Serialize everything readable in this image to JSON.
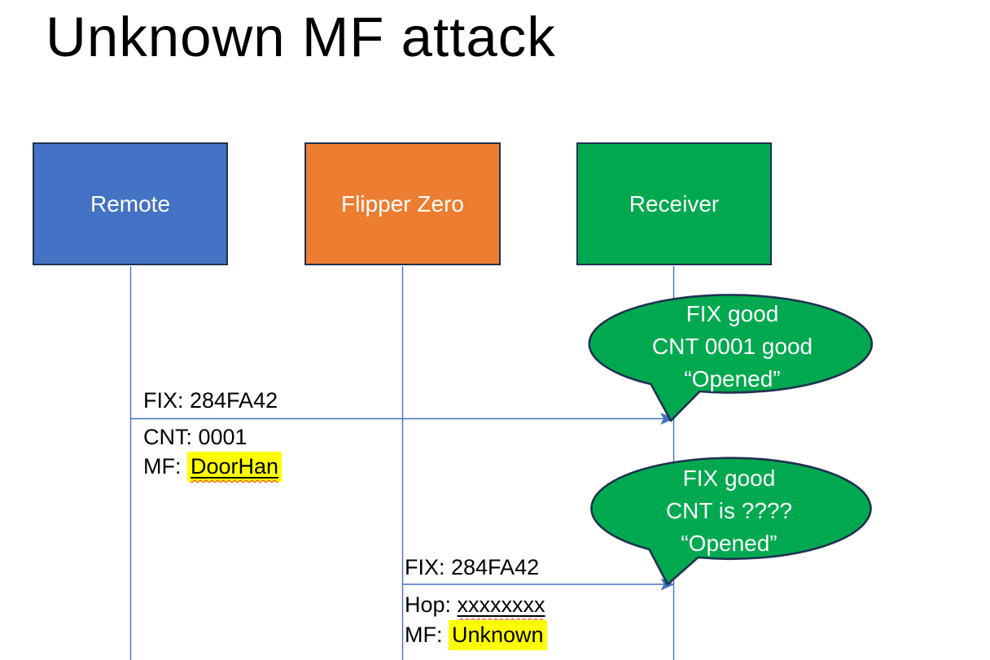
{
  "slide": {
    "title": "Unknown MF attack",
    "background": "#FFFFFF"
  },
  "colors": {
    "actor_remote_fill": "#4472C4",
    "actor_flipper_fill": "#ED7D31",
    "actor_receiver_fill": "#00A94F",
    "callout_fill": "#00A94F",
    "shape_border": "#1F3251",
    "connector_blue": "#4472C4",
    "highlight_yellow": "#FFFF00",
    "spellcheck_red": "#FF2A00",
    "title_text": "#000000",
    "message_text": "#000000",
    "actor_text": "#FFFFFF"
  },
  "actors": [
    {
      "label": "Remote"
    },
    {
      "label": "Flipper Zero"
    },
    {
      "label": "Receiver"
    }
  ],
  "messages": [
    {
      "from": "Remote",
      "to": "Receiver",
      "line1": "FIX: 284FA42",
      "line2": "CNT: 0001",
      "line3_prefix": "MF: ",
      "line3_word": "DoorHan"
    },
    {
      "from": "Flipper Zero",
      "to": "Receiver",
      "line1": "FIX: 284FA42",
      "line2_prefix": "Hop: ",
      "line2_word": "xxxxxxxx",
      "line3_prefix": "MF: ",
      "line3_word": "Unknown"
    }
  ],
  "callouts": [
    {
      "line1": "FIX good",
      "line2": "CNT 0001 good",
      "line3": "“Opened”"
    },
    {
      "line1": "FIX good",
      "line2": "CNT is ????",
      "line3": "“Opened”"
    }
  ]
}
